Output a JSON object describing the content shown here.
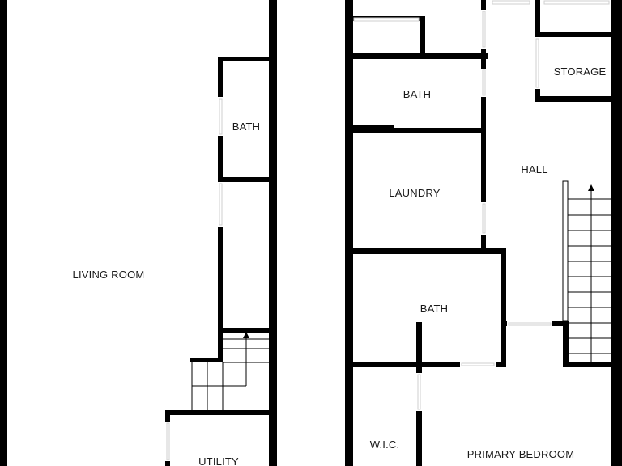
{
  "floor_plan": {
    "rooms": {
      "living_room": "LIVING ROOM",
      "bath_left": "BATH",
      "utility": "UTILITY",
      "bath_top": "BATH",
      "laundry": "LAUNDRY",
      "hall": "HALL",
      "storage": "STORAGE",
      "bath_lower": "BATH",
      "wic": "W.I.C.",
      "primary_bedroom": "PRIMARY BEDROOM"
    },
    "colors": {
      "wall": "#000000",
      "background": "#ffffff",
      "opening": "#e8e8e8"
    }
  }
}
